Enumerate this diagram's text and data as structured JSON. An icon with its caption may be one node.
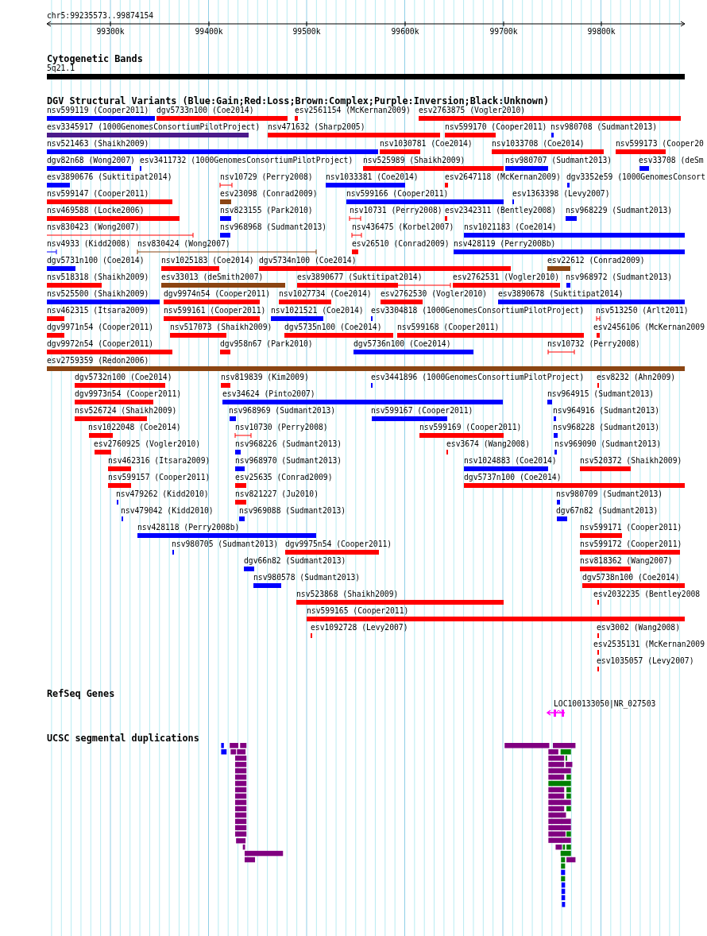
{
  "diagram": {
    "title": "chr5:99235573..99874154",
    "labels": [
      "99300k",
      "99400k",
      "99500k",
      "99600k",
      "99700k",
      "99800k",
      "Cytogenetic Bands",
      "5q21.1",
      "DGV Structural Variants (Blue:Gain;Red:Loss;Brown:Complex;Purple:Inversion;Black:Unknown)",
      "nsv599119 (Cooper2011)",
      "dgv5733n100 (Coe2014)",
      "esv2561154 (McKernan2009)",
      "esv2763875 (Vogler2010)",
      "esv3345917 (1000GenomesConsortiumPilotProject)",
      "nsv471632 (Sharp2005)",
      "nsv599170 (Cooper2011)",
      "nsv980708 (Sudmant2013)",
      "nsv521463 (Shaikh2009)",
      "nsv1030781 (Coe2014)",
      "nsv1033708 (Coe2014)",
      "nsv599173 (Cooper20",
      "dgv82n68 (Wong2007)",
      "esv3411732 (1000GenomesConsortiumPilotProject)",
      "nsv525989 (Shaikh2009)",
      "nsv980707 (Sudmant2013)",
      "esv33708 (deSm",
      "esv3890676 (Suktitipat2014)",
      "nsv10729 (Perry2008)",
      "nsv1033381 (Coe2014)",
      "esv2647118 (McKernan2009)",
      "dgv3352e59 (1000GenomesConsort",
      "nsv599147 (Cooper2011)",
      "esv23098 (Conrad2009)",
      "nsv599166 (Cooper2011)",
      "esv1363398 (Levy2007)",
      "nsv469588 (Locke2006)",
      "nsv823155 (Park2010)",
      "nsv10731 (Perry2008)",
      "esv2342311 (Bentley2008)",
      "nsv968229 (Sudmant2013)",
      "nsv830423 (Wong2007)",
      "nsv968968 (Sudmant2013)",
      "nsv436475 (Korbel2007)",
      "nsv1021183 (Coe2014)",
      "nsv4933 (Kidd2008)",
      "nsv830424 (Wong2007)",
      "esv26510 (Conrad2009)",
      "nsv428119 (Perry2008b)",
      "dgv5731n100 (Coe2014)",
      "nsv1025183 (Coe2014)",
      "dgv5734n100 (Coe2014)",
      "esv22612 (Conrad2009)",
      "nsv518318 (Shaikh2009)",
      "esv33013 (deSmith2007)",
      "esv3890677 (Suktitipat2014)",
      "esv2762531 (Vogler2010)",
      "nsv968972 (Sudmant2013)",
      "nsv525500 (Shaikh2009)",
      "dgv9974n54 (Cooper2011)",
      "nsv1027734 (Coe2014)",
      "esv2762530 (Vogler2010)",
      "esv3890678 (Suktitipat2014)",
      "nsv462315 (Itsara2009)",
      "nsv599161 (Cooper2011)",
      "nsv1021521 (Coe2014)",
      "esv3304818 (1000GenomesConsortiumPilotProject)",
      "nsv513250 (Arlt2011)",
      "dgv9971n54 (Cooper2011)",
      "nsv517073 (Shaikh2009)",
      "dgv5735n100 (Coe2014)",
      "nsv599168 (Cooper2011)",
      "esv2456106 (McKernan2009",
      "dgv9972n54 (Cooper2011)",
      "dgv958n67 (Park2010)",
      "dgv5736n100 (Coe2014)",
      "nsv10732 (Perry2008)",
      "esv2759359 (Redon2006)",
      "dgv5732n100 (Coe2014)",
      "nsv819839 (Kim2009)",
      "esv3441896 (1000GenomesConsortiumPilotProject)",
      "esv8232 (Ahn2009)",
      "dgv9973n54 (Cooper2011)",
      "esv34624 (Pinto2007)",
      "nsv964915 (Sudmant2013)",
      "nsv526724 (Shaikh2009)",
      "nsv968969 (Sudmant2013)",
      "nsv599167 (Cooper2011)",
      "nsv964916 (Sudmant2013)",
      "nsv1022048 (Coe2014)",
      "nsv10730 (Perry2008)",
      "nsv599169 (Cooper2011)",
      "nsv968228 (Sudmant2013)",
      "esv2760925 (Vogler2010)",
      "nsv968226 (Sudmant2013)",
      "esv3674 (Wang2008)",
      "nsv969090 (Sudmant2013)",
      "nsv462316 (Itsara2009)",
      "nsv968970 (Sudmant2013)",
      "nsv1024883 (Coe2014)",
      "nsv520372 (Shaikh2009)",
      "nsv599157 (Cooper2011)",
      "esv25635 (Conrad2009)",
      "dgv5737n100 (Coe2014)",
      "nsv479262 (Kidd2010)",
      "nsv821227 (Ju2010)",
      "nsv980709 (Sudmant2013)",
      "nsv479042 (Kidd2010)",
      "nsv969088 (Sudmant2013)",
      "dgv67n82 (Sudmant2013)",
      "nsv428118 (Perry2008b)",
      "nsv599171 (Cooper2011)",
      "nsv980705 (Sudmant2013)",
      "dgv9975n54 (Cooper2011)",
      "nsv599172 (Cooper2011)",
      "dgv66n82 (Sudmant2013)",
      "nsv818362 (Wang2007)",
      "nsv980578 (Sudmant2013)",
      "dgv5738n100 (Coe2014)",
      "nsv523868 (Shaikh2009)",
      "esv2032235 (Bentley2008",
      "nsv599165 (Cooper2011)",
      "esv1092728 (Levy2007)",
      "esv3002 (Wang2008)",
      "esv2535131 (McKernan2009",
      "esv1035057 (Levy2007)",
      "RefSeq Genes",
      "LOC100133050|NR_027503",
      "UCSC segmental duplications"
    ]
  }
}
